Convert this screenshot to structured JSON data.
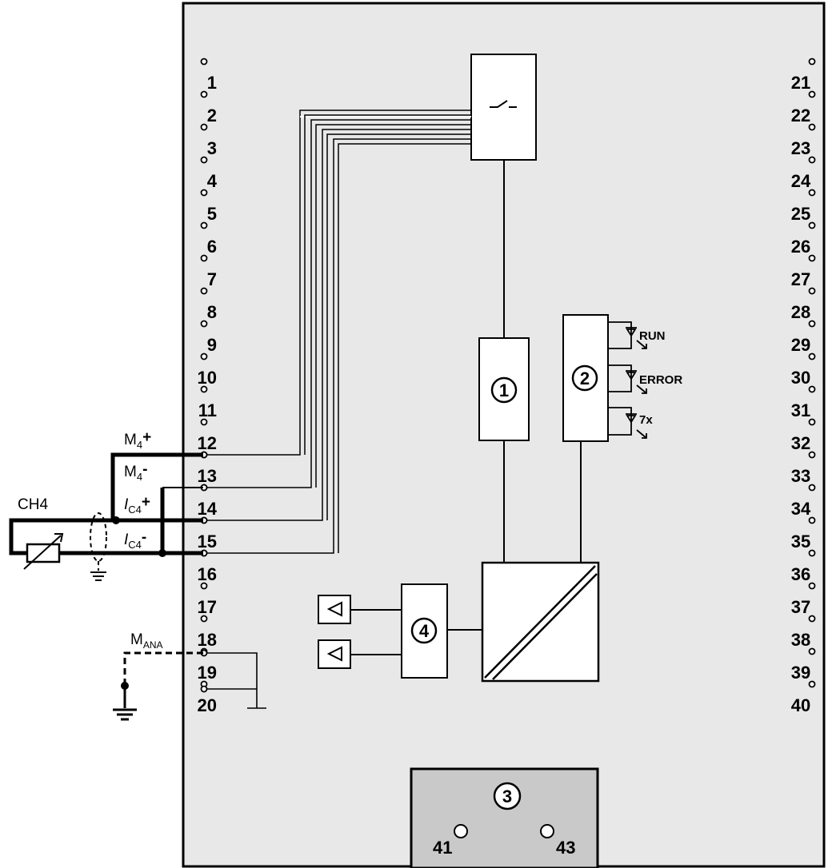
{
  "diagram": {
    "left_terminals": [
      "1",
      "2",
      "3",
      "4",
      "5",
      "6",
      "7",
      "8",
      "9",
      "10",
      "11",
      "12",
      "13",
      "14",
      "15",
      "16",
      "17",
      "18",
      "19",
      "20"
    ],
    "right_terminals": [
      "21",
      "22",
      "23",
      "24",
      "25",
      "26",
      "27",
      "28",
      "29",
      "30",
      "31",
      "32",
      "33",
      "34",
      "35",
      "36",
      "37",
      "38",
      "39",
      "40"
    ],
    "channel_label": "CH4",
    "signal_labels": {
      "m_plus_base": "M",
      "m_plus_sub": "4",
      "m_plus_sign": "+",
      "m_minus_base": "M",
      "m_minus_sub": "4",
      "m_minus_sign": "-",
      "ic_plus_base": "I",
      "ic_plus_sub": "C4",
      "ic_plus_sign": "+",
      "ic_minus_base": "I",
      "ic_minus_sub": "C4",
      "ic_minus_sign": "-",
      "mana_base": "M",
      "mana_sub": "ANA"
    },
    "blocks": {
      "block1": "1",
      "block2": "2",
      "block3": "3",
      "block4": "4"
    },
    "leds": [
      "RUN",
      "ERROR",
      "7x"
    ],
    "connector_pins": [
      "41",
      "43"
    ],
    "colors": {
      "module_fill": "#e8e8e8",
      "connector_fill": "#c9c9c9",
      "line": "#000000"
    }
  }
}
